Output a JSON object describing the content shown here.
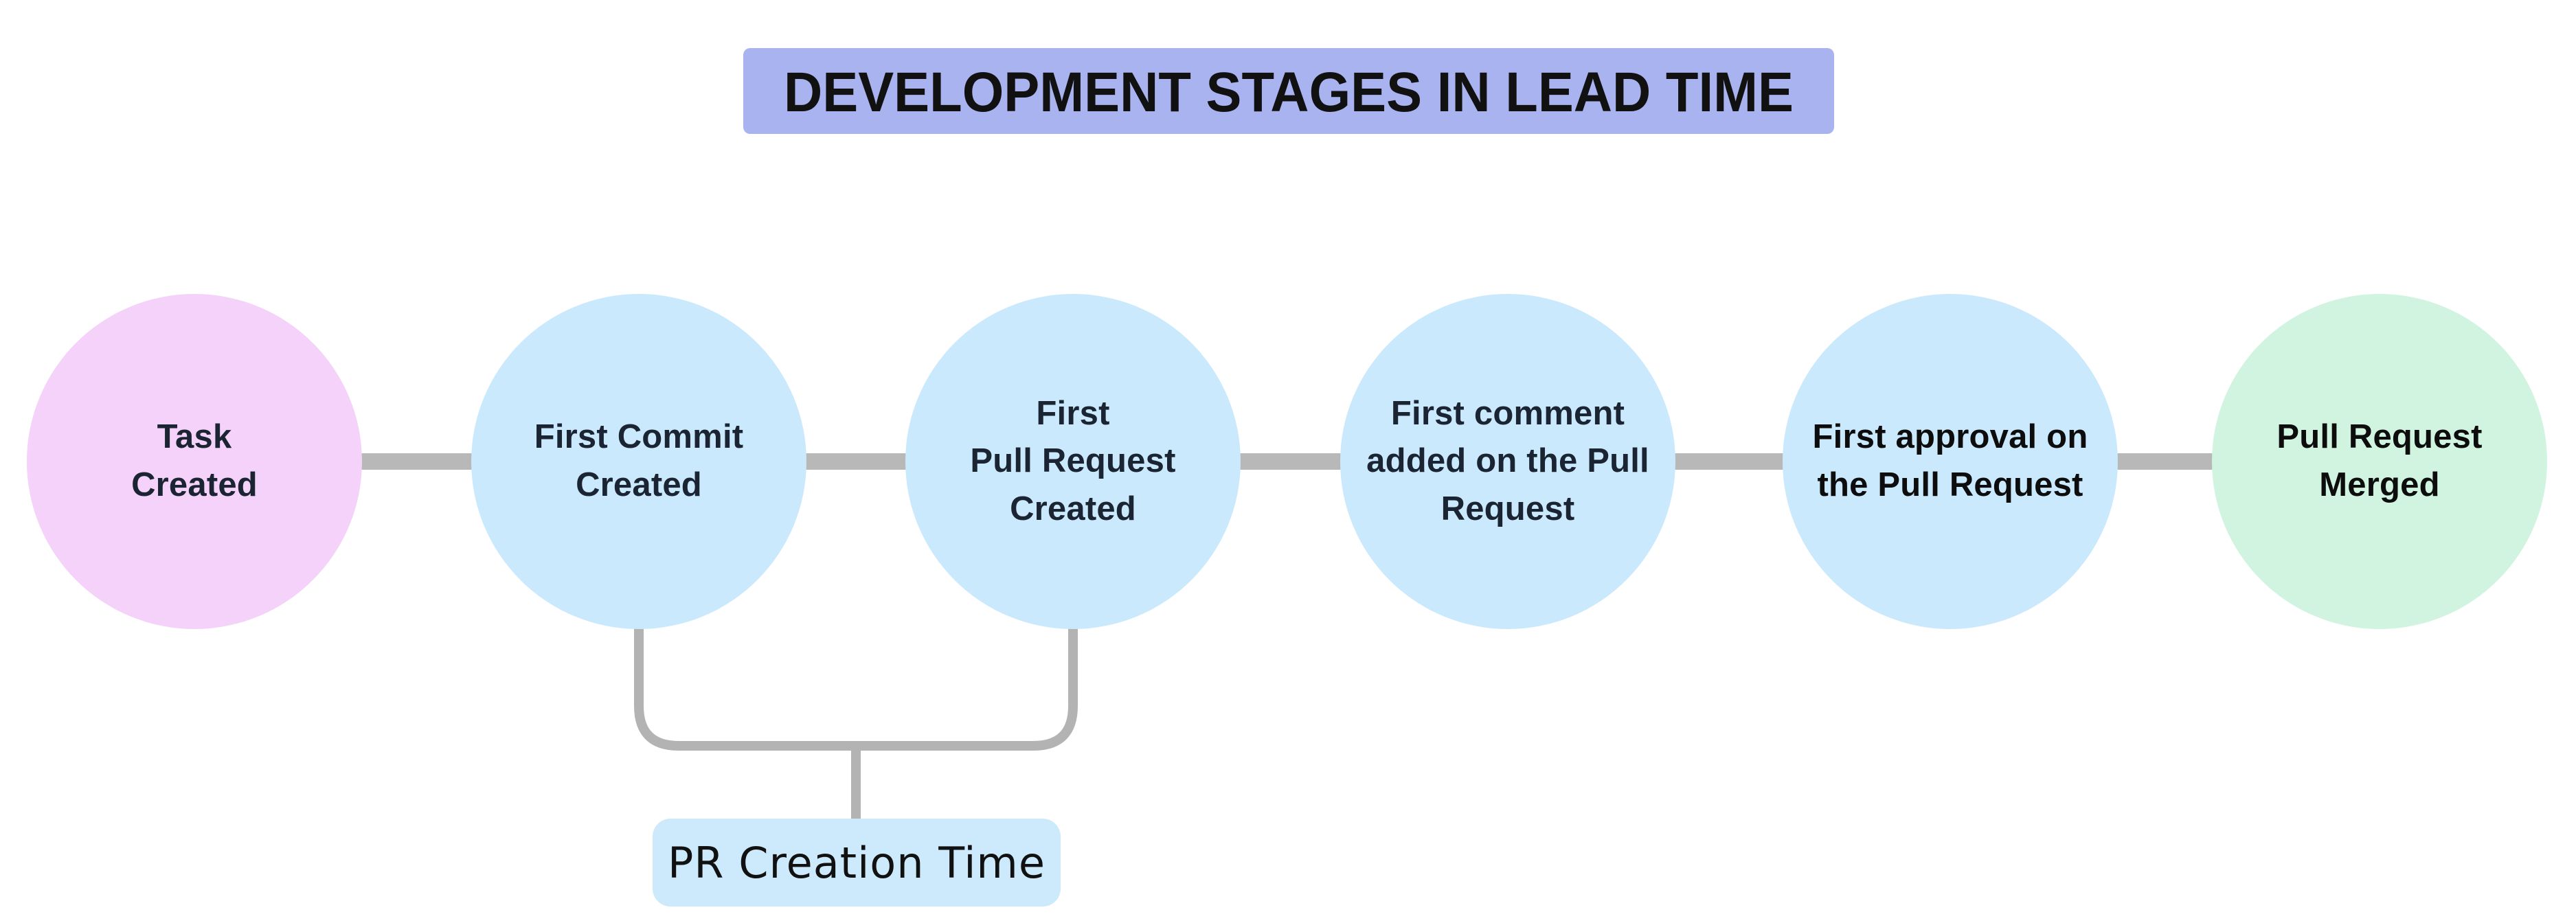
{
  "title": "DEVELOPMENT STAGES IN LEAD TIME",
  "stages": [
    {
      "label": "Task\nCreated"
    },
    {
      "label": "First Commit\nCreated"
    },
    {
      "label": "First\nPull Request\nCreated"
    },
    {
      "label": "First comment\nadded on the Pull\nRequest"
    },
    {
      "label": "First approval on\nthe Pull Request"
    },
    {
      "label": "Pull Request\nMerged"
    }
  ],
  "annotation": {
    "label": "PR Creation Time",
    "spans_stages": [
      "First Commit Created",
      "First Pull Request Created"
    ]
  },
  "colors": {
    "title-bg": "#A9B3F0",
    "title-text": "#111111",
    "stage-start": "#F5D2F9",
    "stage-middle": "#CBE9FC",
    "stage-end": "#D0F4E0",
    "stage-text-dark": "#1B2433",
    "stage-text-black": "#0D0D0D",
    "connector": "#B8B8B8",
    "bracket": "#B3B3B3",
    "annotation-bg": "#CDEAFC",
    "annotation-text": "#111111"
  }
}
